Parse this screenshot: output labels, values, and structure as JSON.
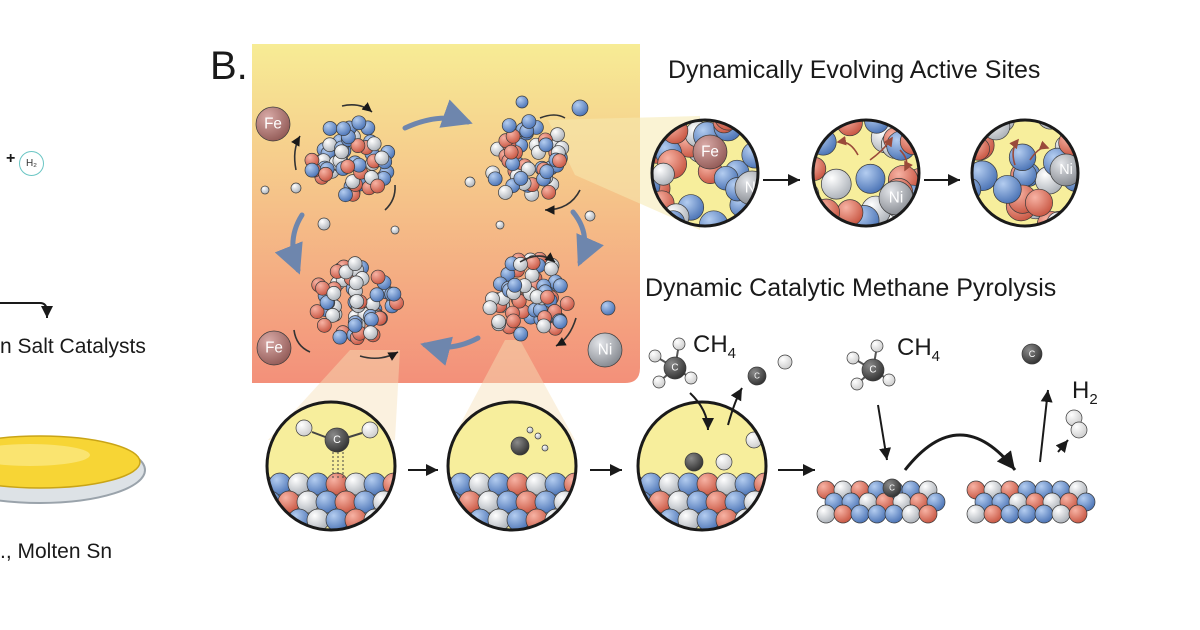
{
  "panel": {
    "letter": "B.",
    "title_active_sites": "Dynamically Evolving Active Sites",
    "title_pyrolysis": "Dynamic Catalytic Methane Pyrolysis"
  },
  "left_fragment": {
    "plus": "+",
    "h2_bubble": "H₂",
    "salt_label": "n Salt Catalysts",
    "molten_label": "., Molten Sn"
  },
  "atoms": {
    "fe": "Fe",
    "ni": "Ni",
    "c": "C"
  },
  "species": {
    "ch4_main": "CH",
    "ch4_sub": "4",
    "h2_main": "H",
    "h2_sub": "2"
  },
  "colors": {
    "panel_top": "#f7ec95",
    "panel_bottom": "#f3907a",
    "circle_bg": "#f7ee9c",
    "atom_red": "#d9634e",
    "atom_blue": "#5a83c4",
    "atom_silver": "#c4c9cf",
    "fe_atom": "#a36b68",
    "ni_atom": "#9b9ea4",
    "carbon": "#3d3d3d",
    "molten_sn": "#f7d535",
    "h2_ring": "#6bc6c4"
  }
}
